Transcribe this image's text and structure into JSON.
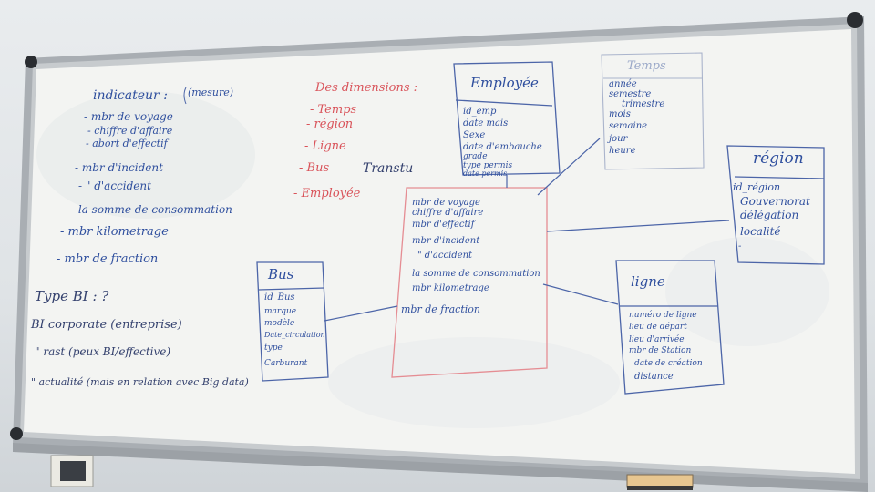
{
  "left_notes": {
    "heading": "indicateur :",
    "heading_note": "(mesure)",
    "items": [
      "- mbr de voyage",
      "- chiffre d'affaire",
      "- abort d'effectif",
      "- mbr d'incident",
      "- \" d'accident",
      "- la somme de consommation",
      "- mbr kilometrage",
      "- mbr de fraction"
    ],
    "type_bi": "Type BI : ?",
    "bi_corporate": "BI corporate (entreprise)",
    "bi_rast": "\" rast (peux BI/effective)",
    "bi_actualite": "\" actualité (mais en relation avec Big data)"
  },
  "dimensions": {
    "heading": "Des dimensions :",
    "items": [
      "- Temps",
      "- région",
      "- Ligne",
      "- Bus",
      "- Employée"
    ]
  },
  "transtu_label": "Transtu",
  "tables": {
    "employee": {
      "title": "Employée",
      "fields": [
        "id_emp",
        "date mais",
        "Sexe",
        "date d'embauche",
        "grade",
        "type permis",
        "date permis"
      ]
    },
    "temps": {
      "title": "Temps",
      "fields": [
        "année",
        "semestre",
        "trimestre",
        "mois",
        "semaine",
        "jour",
        "heure"
      ]
    },
    "region": {
      "title": "région",
      "fields": [
        "id_région",
        "Gouvernorat",
        "délégation",
        "localité",
        "-"
      ]
    },
    "fact": {
      "fields": [
        "mbr de voyage",
        "chiffre d'affaire",
        "mbr d'effectif",
        "mbr d'incident",
        "\" d'accident",
        "la somme de consommation",
        "mbr kilometrage",
        "mbr de fraction"
      ]
    },
    "bus": {
      "title": "Bus",
      "fields": [
        "id_Bus",
        "marque",
        "modèle",
        "Date_circulation",
        "type",
        "Carburant"
      ]
    },
    "ligne": {
      "title": "ligne",
      "fields": [
        "numéro de ligne",
        "lieu de départ",
        "lieu d'arrivée",
        "mbr de Station",
        "date de création",
        "distance"
      ]
    }
  },
  "colors": {
    "marker_blue": "#2f4f9e",
    "marker_red": "#d9535a",
    "board_white": "#f4f5f3",
    "frame_aluminium": "#b9bec2"
  }
}
